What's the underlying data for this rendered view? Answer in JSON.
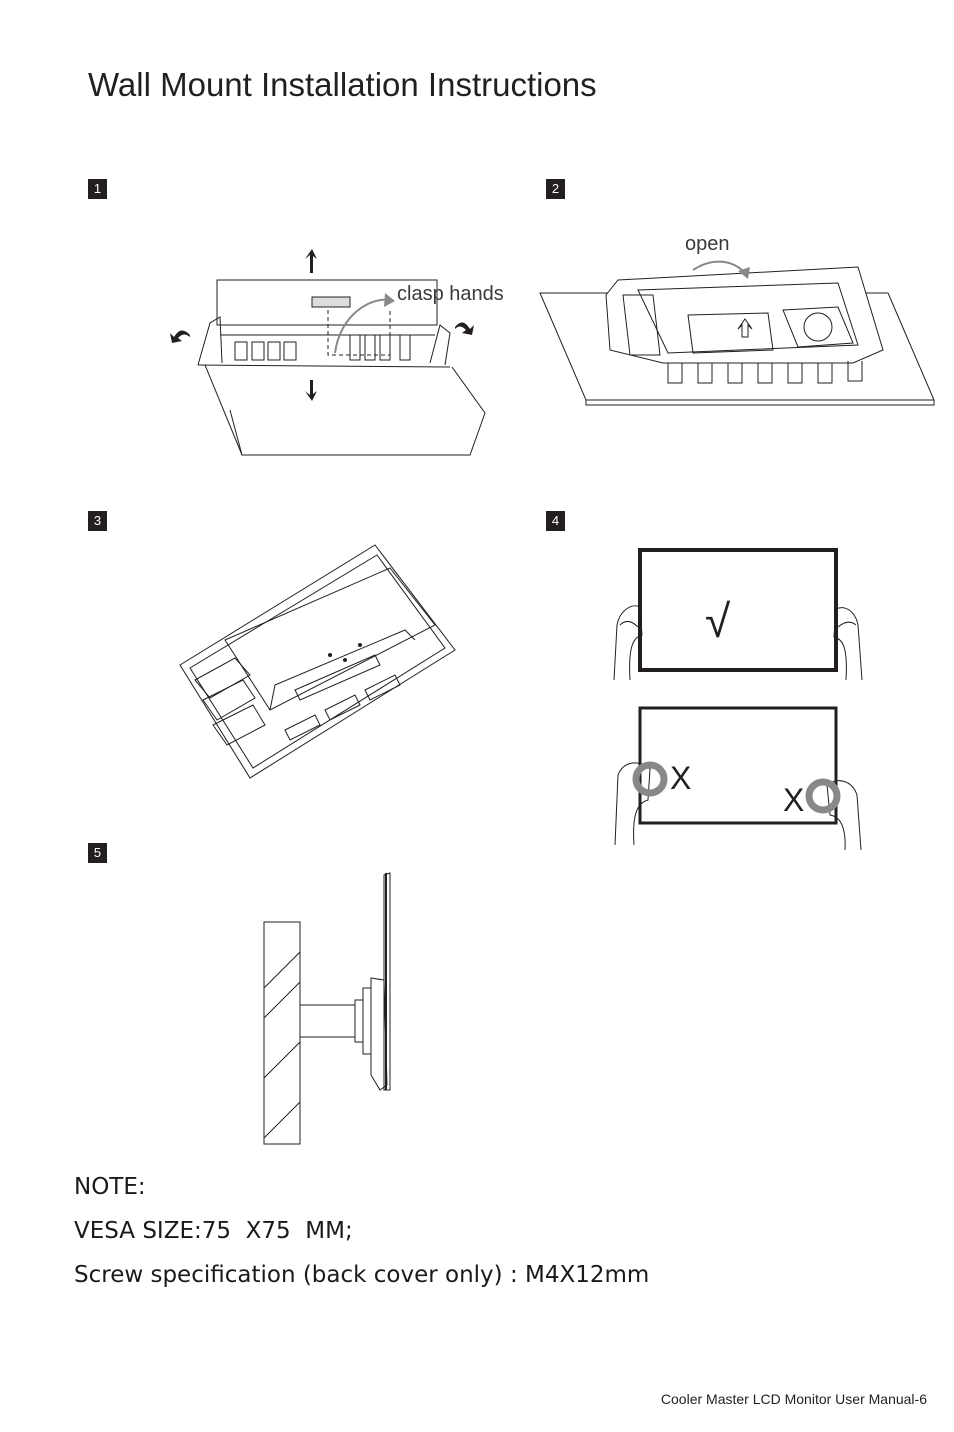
{
  "page": {
    "title": "Wall Mount Installation Instructions",
    "footer": "Cooler Master LCD Monitor User Manual-6"
  },
  "steps": [
    {
      "number": "1",
      "label": "clasp hands"
    },
    {
      "number": "2",
      "label": "open"
    },
    {
      "number": "3",
      "label": ""
    },
    {
      "number": "4",
      "label": ""
    },
    {
      "number": "5",
      "label": ""
    }
  ],
  "step4": {
    "correct_mark": "√",
    "wrong_mark_left": "X",
    "wrong_mark_right": "X"
  },
  "note": {
    "heading": "NOTE:",
    "vesa": "VESA SIZE:75  X75  MM;",
    "screw": "Screw specification (back cover only) : M4X12mm"
  }
}
